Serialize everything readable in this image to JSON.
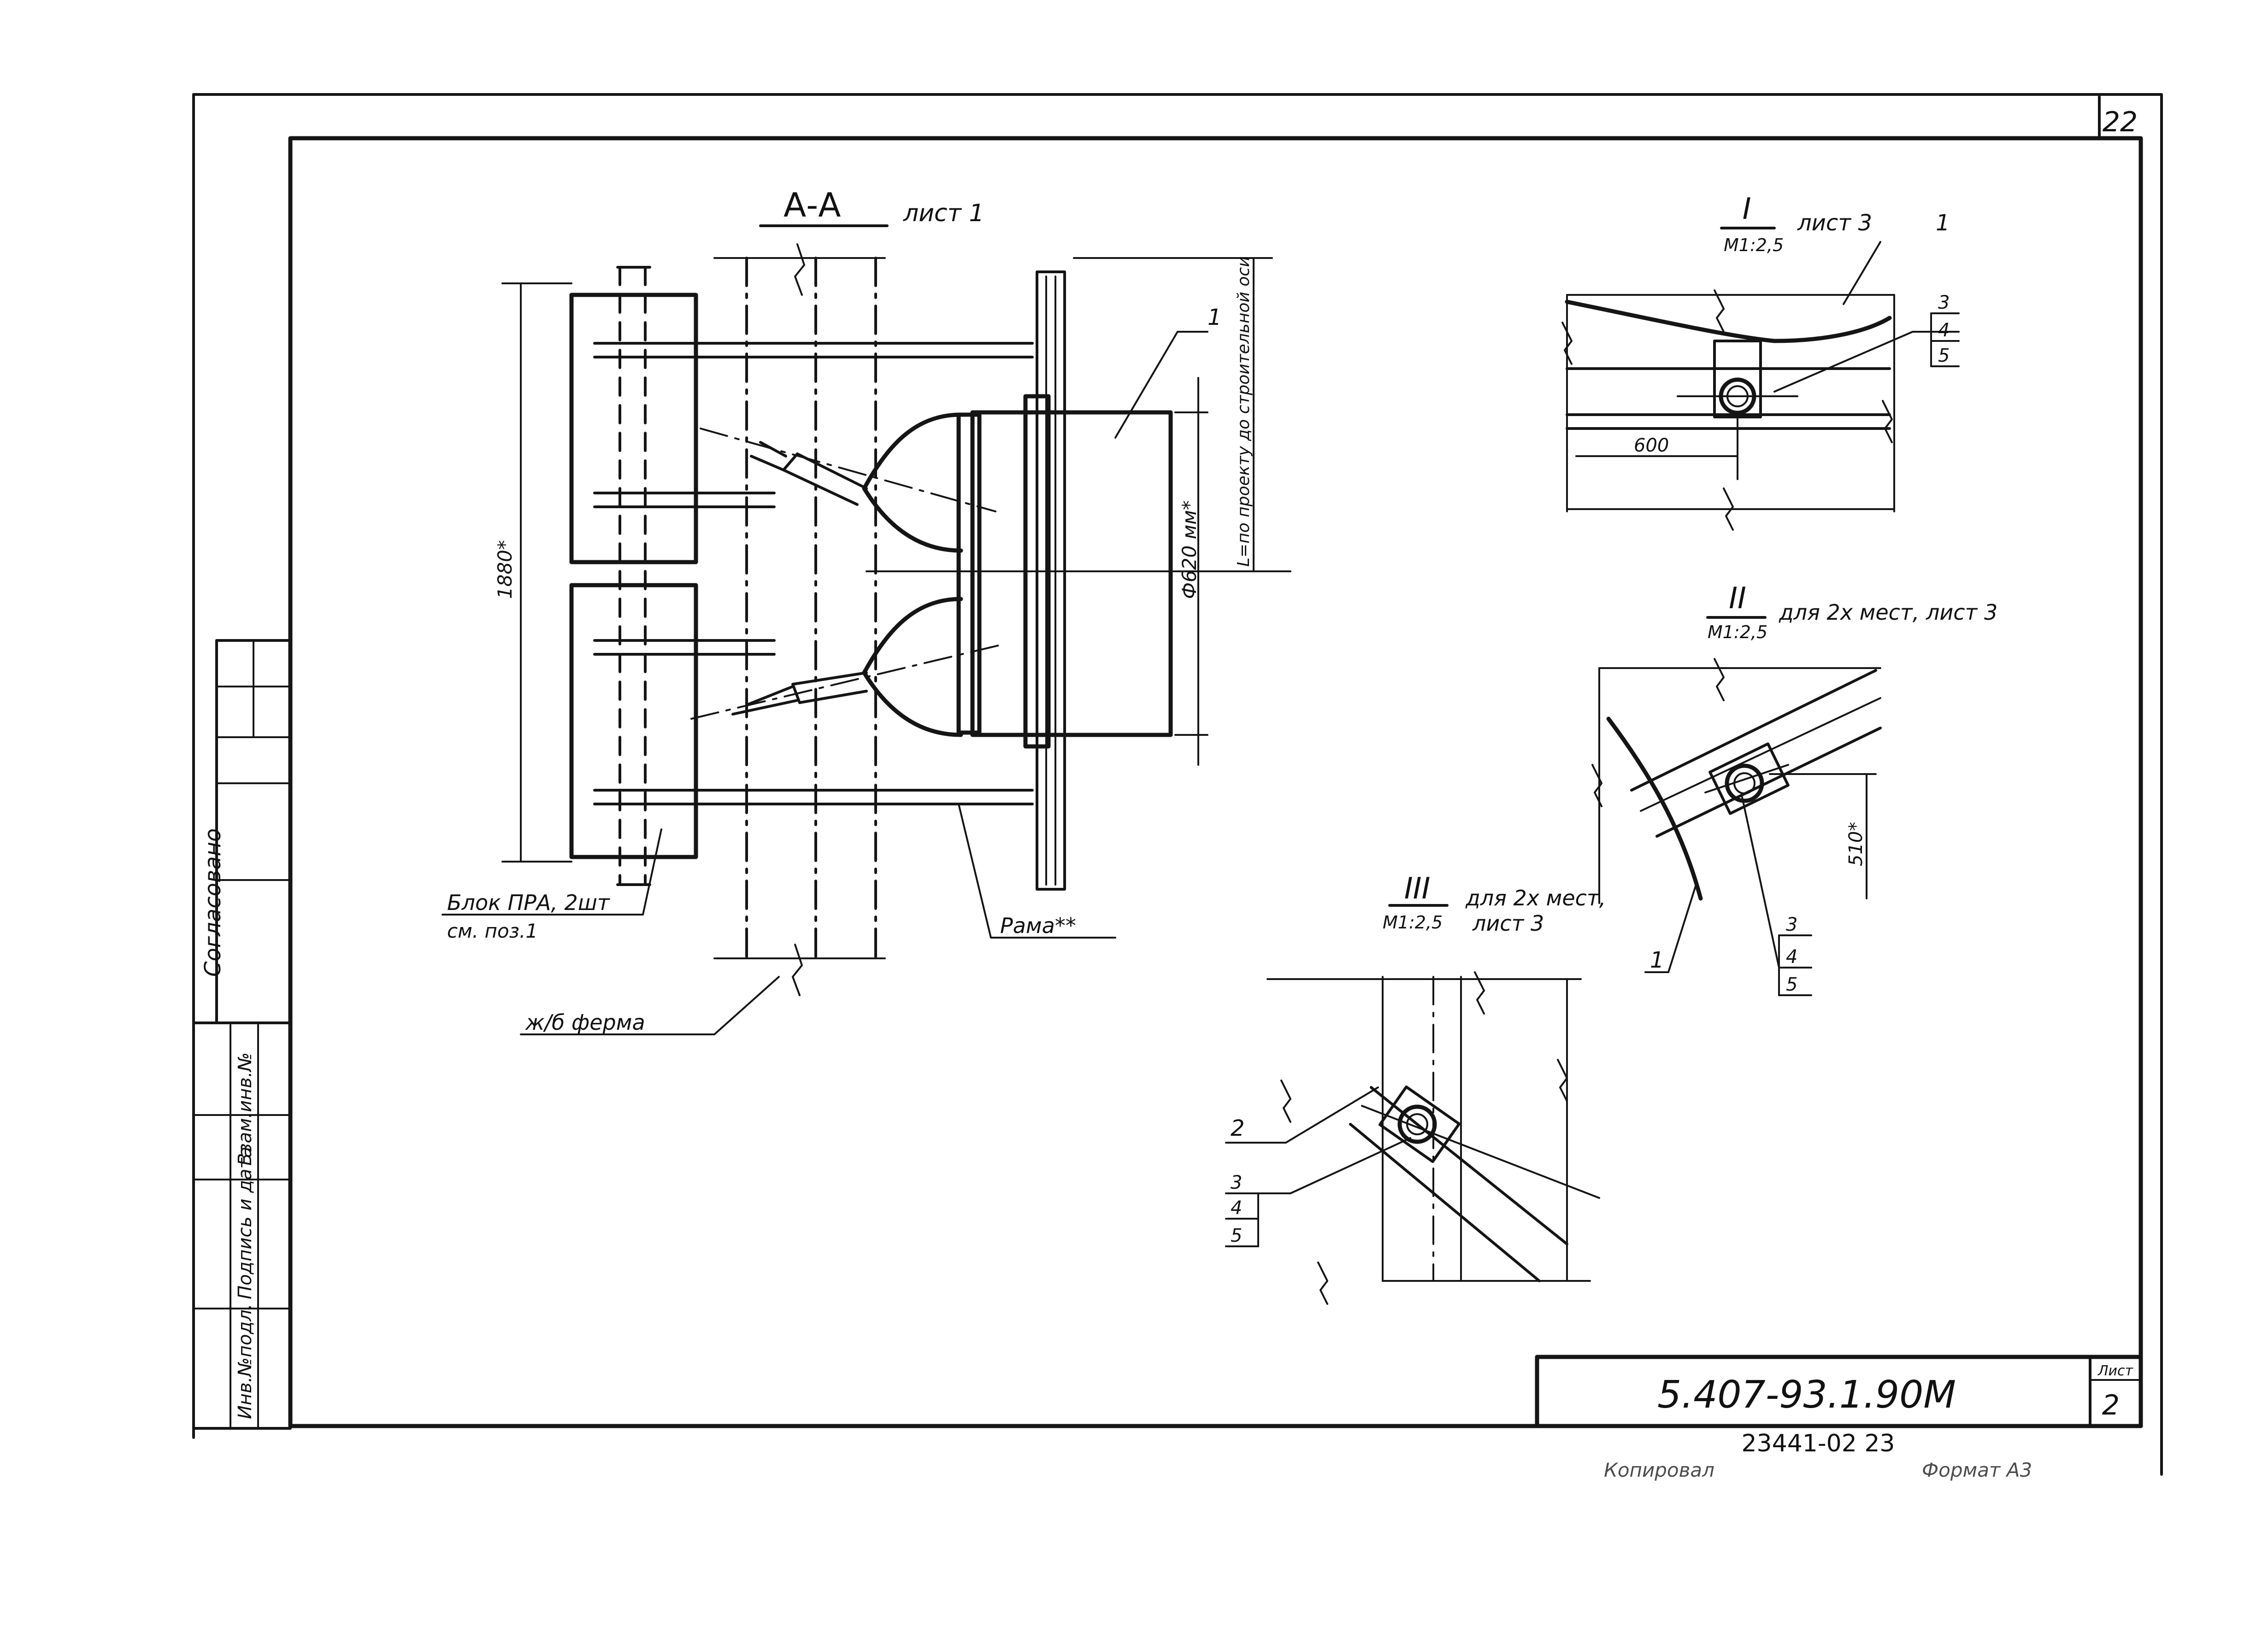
{
  "sheet": {
    "corner_number": "22",
    "stamp_side": "Согласовано",
    "side_columns": [
      "Инв.№подл.",
      "Подпись и дата",
      "Взам.инв.№"
    ],
    "drawing_code": "5.407-93.1.90М",
    "sheet_label": "Лист",
    "sheet_number": "2",
    "bottom_code": "23441-02  23",
    "copy_label": "Копировал",
    "format_label": "Формат А3"
  },
  "views": {
    "aa": {
      "title": "А-А",
      "sheet_ref": "лист 1",
      "dim_height": "1880*",
      "dim_diameter": "Ф620 мм*",
      "dim_length": "L=по проекту до строительной оси",
      "pos_1": "1",
      "label_block": "Блок ПРА, 2шт",
      "label_block_ref": "см. поз.1",
      "label_frame": "Рама**",
      "label_truss": "ж/б ферма"
    },
    "detail_1": {
      "title": "I",
      "scale": "М1:2,5",
      "ref": "лист 3",
      "pos_1": "1",
      "pos_3": "3",
      "pos_4": "4",
      "pos_5": "5",
      "dim": "600"
    },
    "detail_2": {
      "title": "II",
      "scale": "М1:2,5",
      "ref": "для 2х мест, лист 3",
      "dim": "510*",
      "pos_1": "1",
      "pos_3": "3",
      "pos_4": "4",
      "pos_5": "5"
    },
    "detail_3": {
      "title": "III",
      "scale": "М1:2,5",
      "ref_1": "для 2х мест,",
      "ref_2": "лист 3",
      "pos_2": "2",
      "pos_3": "3",
      "pos_4": "4",
      "pos_5": "5"
    }
  }
}
